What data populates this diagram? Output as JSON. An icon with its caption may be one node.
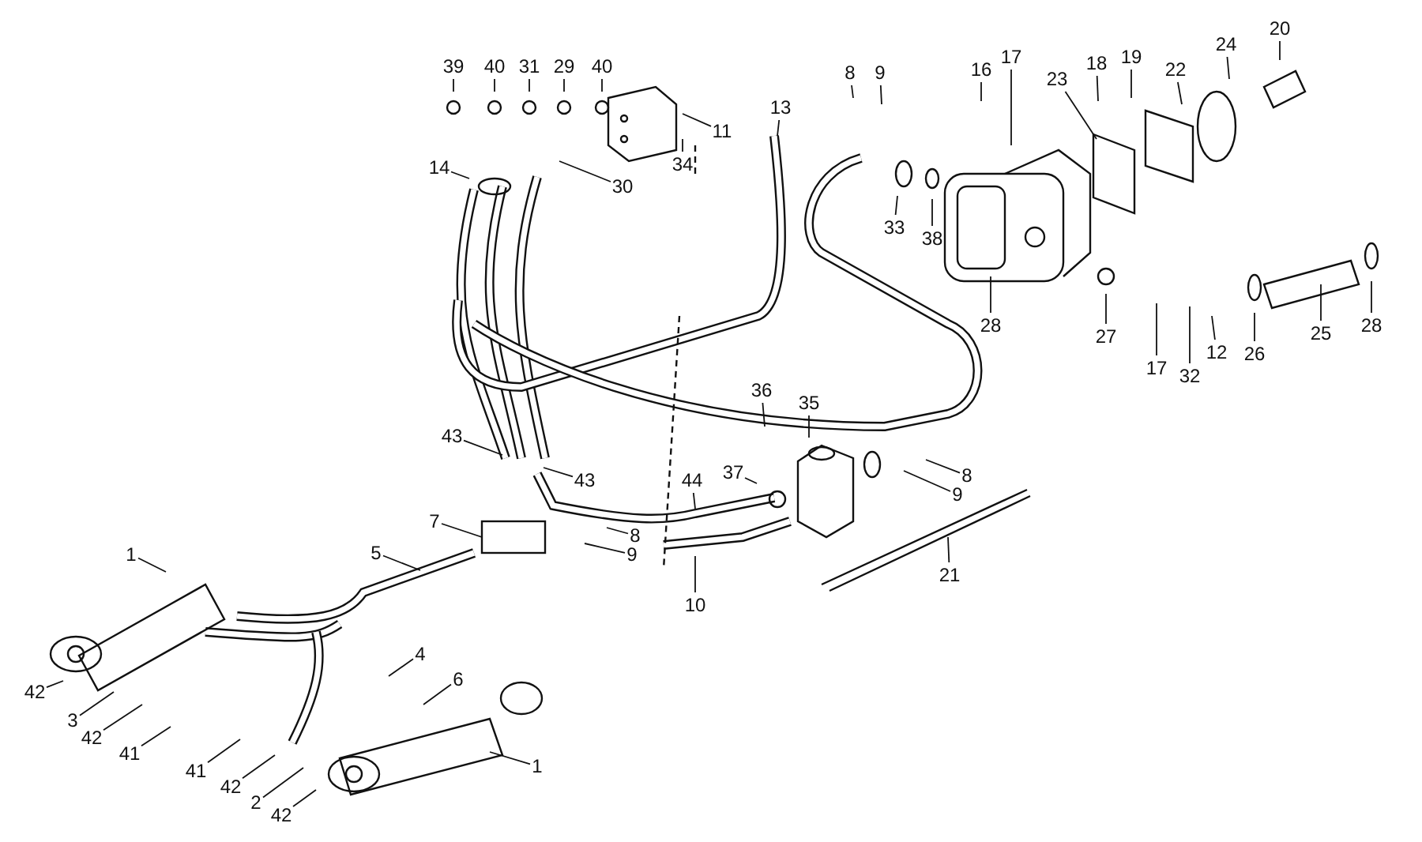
{
  "diagram": {
    "nodes": [
      {
        "text": [
          "39"
        ]
      },
      {
        "text": [
          "40"
        ]
      },
      {
        "text": [
          "31"
        ]
      },
      {
        "text": [
          "29"
        ]
      },
      {
        "text": [
          "40"
        ]
      },
      {
        "text": [
          "11"
        ]
      },
      {
        "text": [
          "34"
        ]
      },
      {
        "text": [
          "14"
        ]
      },
      {
        "text": [
          "30"
        ]
      },
      {
        "text": [
          "13"
        ]
      },
      {
        "text": [
          "8"
        ]
      },
      {
        "text": [
          "9"
        ]
      },
      {
        "text": [
          "16"
        ]
      },
      {
        "text": [
          "17"
        ]
      },
      {
        "text": [
          "23"
        ]
      },
      {
        "text": [
          "18"
        ]
      },
      {
        "text": [
          "19"
        ]
      },
      {
        "text": [
          "22"
        ]
      },
      {
        "text": [
          "24"
        ]
      },
      {
        "text": [
          "20"
        ]
      },
      {
        "text": [
          "33"
        ]
      },
      {
        "text": [
          "38"
        ]
      },
      {
        "text": [
          "28"
        ]
      },
      {
        "text": [
          "27"
        ]
      },
      {
        "text": [
          "12"
        ]
      },
      {
        "text": [
          "17"
        ]
      },
      {
        "text": [
          "32"
        ]
      },
      {
        "text": [
          "26"
        ]
      },
      {
        "text": [
          "25"
        ]
      },
      {
        "text": [
          "28"
        ]
      },
      {
        "text": [
          "36"
        ]
      },
      {
        "text": [
          "35"
        ]
      },
      {
        "text": [
          "37"
        ]
      },
      {
        "text": [
          "8"
        ]
      },
      {
        "text": [
          "9"
        ]
      },
      {
        "text": [
          "21"
        ]
      },
      {
        "text": [
          "44"
        ]
      },
      {
        "text": [
          "10"
        ]
      },
      {
        "text": [
          "43"
        ]
      },
      {
        "text": [
          "43"
        ]
      },
      {
        "text": [
          "8"
        ]
      },
      {
        "text": [
          "9"
        ]
      },
      {
        "text": [
          "7"
        ]
      },
      {
        "text": [
          "5"
        ]
      },
      {
        "text": [
          "1"
        ]
      },
      {
        "text": [
          "4"
        ]
      },
      {
        "text": [
          "6"
        ]
      },
      {
        "text": [
          "1"
        ]
      },
      {
        "text": [
          "42"
        ]
      },
      {
        "text": [
          "3"
        ]
      },
      {
        "text": [
          "42"
        ]
      },
      {
        "text": [
          "41"
        ]
      },
      {
        "text": [
          "41"
        ]
      },
      {
        "text": [
          "42"
        ]
      },
      {
        "text": [
          "2"
        ]
      },
      {
        "text": [
          "42"
        ]
      }
    ],
    "edges": [
      {
        "from": 0,
        "to": null,
        "arrow": "none"
      },
      {
        "from": 1,
        "to": null,
        "arrow": "none"
      },
      {
        "from": 2,
        "to": null,
        "arrow": "none"
      },
      {
        "from": 3,
        "to": null,
        "arrow": "none"
      },
      {
        "from": 4,
        "to": null,
        "arrow": "none"
      },
      {
        "from": 5,
        "to": null,
        "arrow": "none"
      },
      {
        "from": 6,
        "to": null,
        "arrow": "none"
      },
      {
        "from": 7,
        "to": null,
        "arrow": "none"
      },
      {
        "from": 8,
        "to": null,
        "arrow": "none"
      },
      {
        "from": 9,
        "to": null,
        "arrow": "none"
      },
      {
        "from": 10,
        "to": null,
        "arrow": "none"
      },
      {
        "from": 11,
        "to": null,
        "arrow": "none"
      },
      {
        "from": 12,
        "to": null,
        "arrow": "none"
      },
      {
        "from": 13,
        "to": null,
        "arrow": "none"
      },
      {
        "from": 14,
        "to": null,
        "arrow": "none"
      },
      {
        "from": 15,
        "to": null,
        "arrow": "none"
      },
      {
        "from": 16,
        "to": null,
        "arrow": "none"
      },
      {
        "from": 17,
        "to": null,
        "arrow": "none"
      },
      {
        "from": 18,
        "to": null,
        "arrow": "none"
      },
      {
        "from": 19,
        "to": null,
        "arrow": "none"
      },
      {
        "from": 20,
        "to": null,
        "arrow": "none"
      },
      {
        "from": 21,
        "to": null,
        "arrow": "none"
      },
      {
        "from": 22,
        "to": null,
        "arrow": "none"
      },
      {
        "from": 23,
        "to": null,
        "arrow": "none"
      },
      {
        "from": 24,
        "to": null,
        "arrow": "none"
      },
      {
        "from": 25,
        "to": null,
        "arrow": "none"
      },
      {
        "from": 26,
        "to": null,
        "arrow": "none"
      },
      {
        "from": 27,
        "to": null,
        "arrow": "none"
      },
      {
        "from": 28,
        "to": null,
        "arrow": "none"
      },
      {
        "from": 29,
        "to": null,
        "arrow": "none"
      },
      {
        "from": 30,
        "to": null,
        "arrow": "none"
      },
      {
        "from": 31,
        "to": null,
        "arrow": "none"
      },
      {
        "from": 32,
        "to": null,
        "arrow": "none"
      },
      {
        "from": 33,
        "to": null,
        "arrow": "none"
      },
      {
        "from": 34,
        "to": null,
        "arrow": "none"
      },
      {
        "from": 35,
        "to": null,
        "arrow": "none"
      },
      {
        "from": 36,
        "to": null,
        "arrow": "none"
      },
      {
        "from": 37,
        "to": null,
        "arrow": "none"
      },
      {
        "from": 38,
        "to": null,
        "arrow": "none"
      },
      {
        "from": 39,
        "to": null,
        "arrow": "none"
      },
      {
        "from": 40,
        "to": null,
        "arrow": "none"
      },
      {
        "from": 41,
        "to": null,
        "arrow": "none"
      },
      {
        "from": 42,
        "to": null,
        "arrow": "none"
      },
      {
        "from": 43,
        "to": null,
        "arrow": "none"
      },
      {
        "from": 44,
        "to": null,
        "arrow": "none"
      },
      {
        "from": 45,
        "to": null,
        "arrow": "none"
      },
      {
        "from": 46,
        "to": null,
        "arrow": "none"
      },
      {
        "from": 47,
        "to": null,
        "arrow": "none"
      },
      {
        "from": 48,
        "to": null,
        "arrow": "none"
      },
      {
        "from": 49,
        "to": null,
        "arrow": "none"
      },
      {
        "from": 50,
        "to": null,
        "arrow": "none"
      },
      {
        "from": 51,
        "to": null,
        "arrow": "none"
      },
      {
        "from": 52,
        "to": null,
        "arrow": "none"
      },
      {
        "from": 53,
        "to": null,
        "arrow": "none"
      },
      {
        "from": 54,
        "to": null,
        "arrow": "none"
      },
      {
        "from": 55,
        "to": null,
        "arrow": "none"
      }
    ]
  }
}
